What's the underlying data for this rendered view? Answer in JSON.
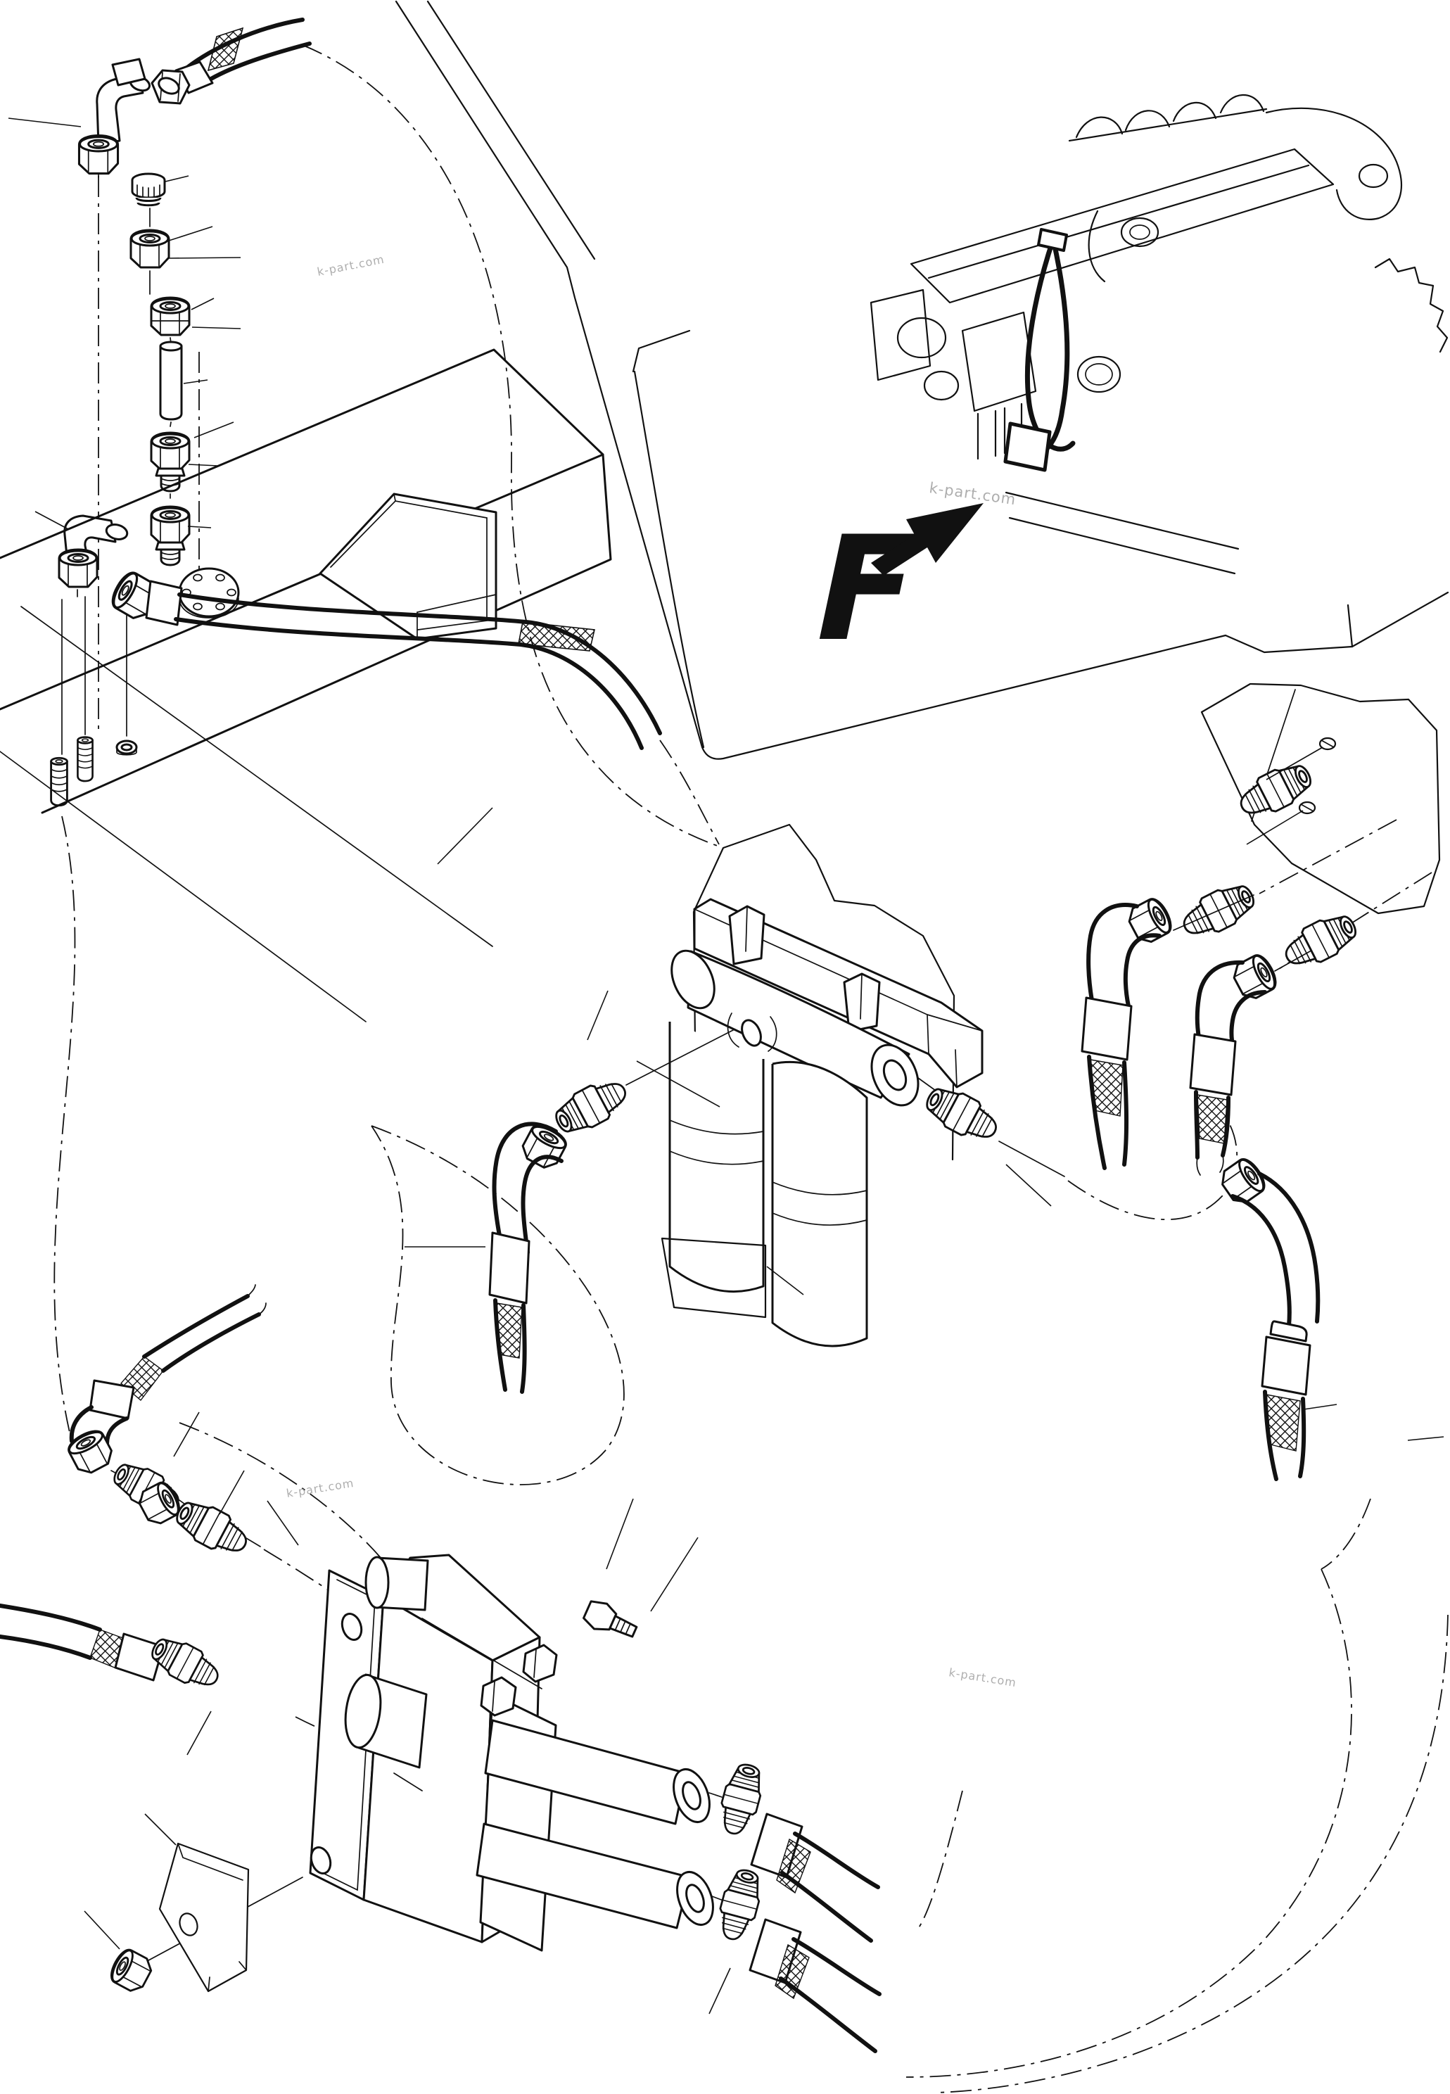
{
  "page": {
    "background": "#ffffff",
    "line_color": "#111111",
    "watermark_color": "#9a9a9a",
    "type": "exploded-parts-diagram",
    "subject": "fuel-piping-system"
  },
  "view_label": {
    "text": "F"
  },
  "watermarks": [
    {
      "text": "k-part.com"
    },
    {
      "text": "k-part.com"
    },
    {
      "text": "k-part.com"
    },
    {
      "text": "k-part.com"
    }
  ],
  "components": [
    {
      "name": "hose assembly (upper)",
      "zone": "top-left",
      "qty": 1
    },
    {
      "name": "90-degree elbow fitting with nut",
      "zone": "top-left",
      "qty": 1
    },
    {
      "name": "breather cap",
      "zone": "left fitting stack",
      "qty": 1
    },
    {
      "name": "hex nut",
      "zone": "left fitting stack",
      "qty": 2
    },
    {
      "name": "pipe spacer",
      "zone": "left fitting stack",
      "qty": 1
    },
    {
      "name": "connector fitting",
      "zone": "left fitting stack",
      "qty": 2
    },
    {
      "name": "90-degree elbow fitting",
      "zone": "left",
      "qty": 1
    },
    {
      "name": "threaded plug",
      "zone": "left",
      "qty": 2
    },
    {
      "name": "washer",
      "zone": "left",
      "qty": 1
    },
    {
      "name": "fuel tank",
      "zone": "left-middle",
      "qty": 1
    },
    {
      "name": "filler flange (6 bolt holes)",
      "zone": "tank top",
      "qty": 1
    },
    {
      "name": "tank outlet hose with swivel nut",
      "zone": "tank top",
      "qty": 1
    },
    {
      "name": "engine installation view",
      "zone": "top-right",
      "qty": 1
    },
    {
      "name": "view direction arrow",
      "zone": "center",
      "qty": 1
    },
    {
      "name": "twin fuel filter assembly",
      "zone": "center",
      "qty": 1
    },
    {
      "name": "filter head mounting bar",
      "zone": "center",
      "qty": 1
    },
    {
      "name": "nipple fitting",
      "zone": "filter ports",
      "qty": 2
    },
    {
      "name": "filter inlet hose (elbow end)",
      "zone": "center-left",
      "qty": 1
    },
    {
      "name": "mounting bracket",
      "zone": "upper-right",
      "qty": 1
    },
    {
      "name": "screw",
      "zone": "upper-right bracket",
      "qty": 2
    },
    {
      "name": "nipple fitting",
      "zone": "right",
      "qty": 3
    },
    {
      "name": "hose with elbow end",
      "zone": "right",
      "qty": 3
    },
    {
      "name": "manifold block",
      "zone": "bottom-center",
      "qty": 1
    },
    {
      "name": "mounting flange plate",
      "zone": "bottom-center",
      "qty": 2
    },
    {
      "name": "hex bolt",
      "zone": "bottom-center",
      "qty": 3
    },
    {
      "name": "outlet hose with fitting",
      "zone": "bottom-right",
      "qty": 2
    },
    {
      "name": "nipple fitting",
      "zone": "bottom-left",
      "qty": 3
    },
    {
      "name": "supply hose (elbow end)",
      "zone": "bottom-left",
      "qty": 2
    },
    {
      "name": "lock nut",
      "zone": "bottom-left",
      "qty": 1
    },
    {
      "name": "retainer plate",
      "zone": "bottom-left",
      "qty": 1
    }
  ]
}
